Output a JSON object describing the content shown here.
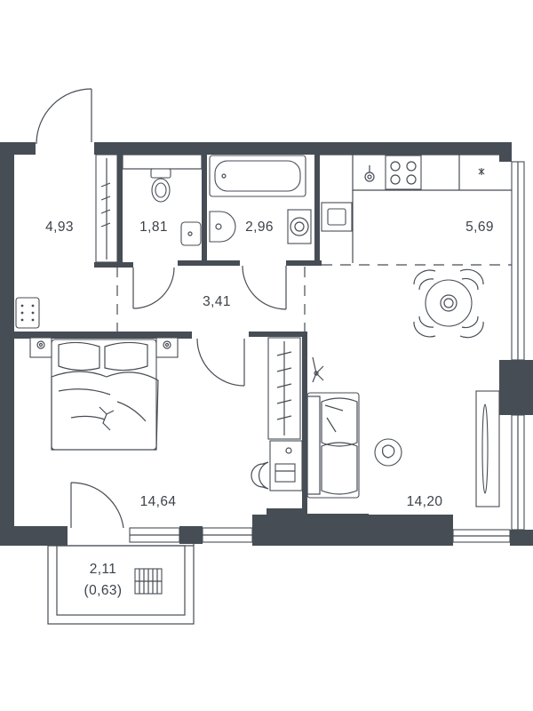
{
  "rooms": {
    "entrance": "4,93",
    "toilet": "1,81",
    "bathroom": "2,96",
    "kitchen": "5,69",
    "hallway": "3,41",
    "bedroom": "14,64",
    "living": "14,20",
    "balcony": "2,11",
    "balcony_reduced": "(0,63)"
  },
  "colors": {
    "wall": "#474d55",
    "line": "#474d55",
    "background": "#ffffff",
    "text": "#3c424a"
  }
}
